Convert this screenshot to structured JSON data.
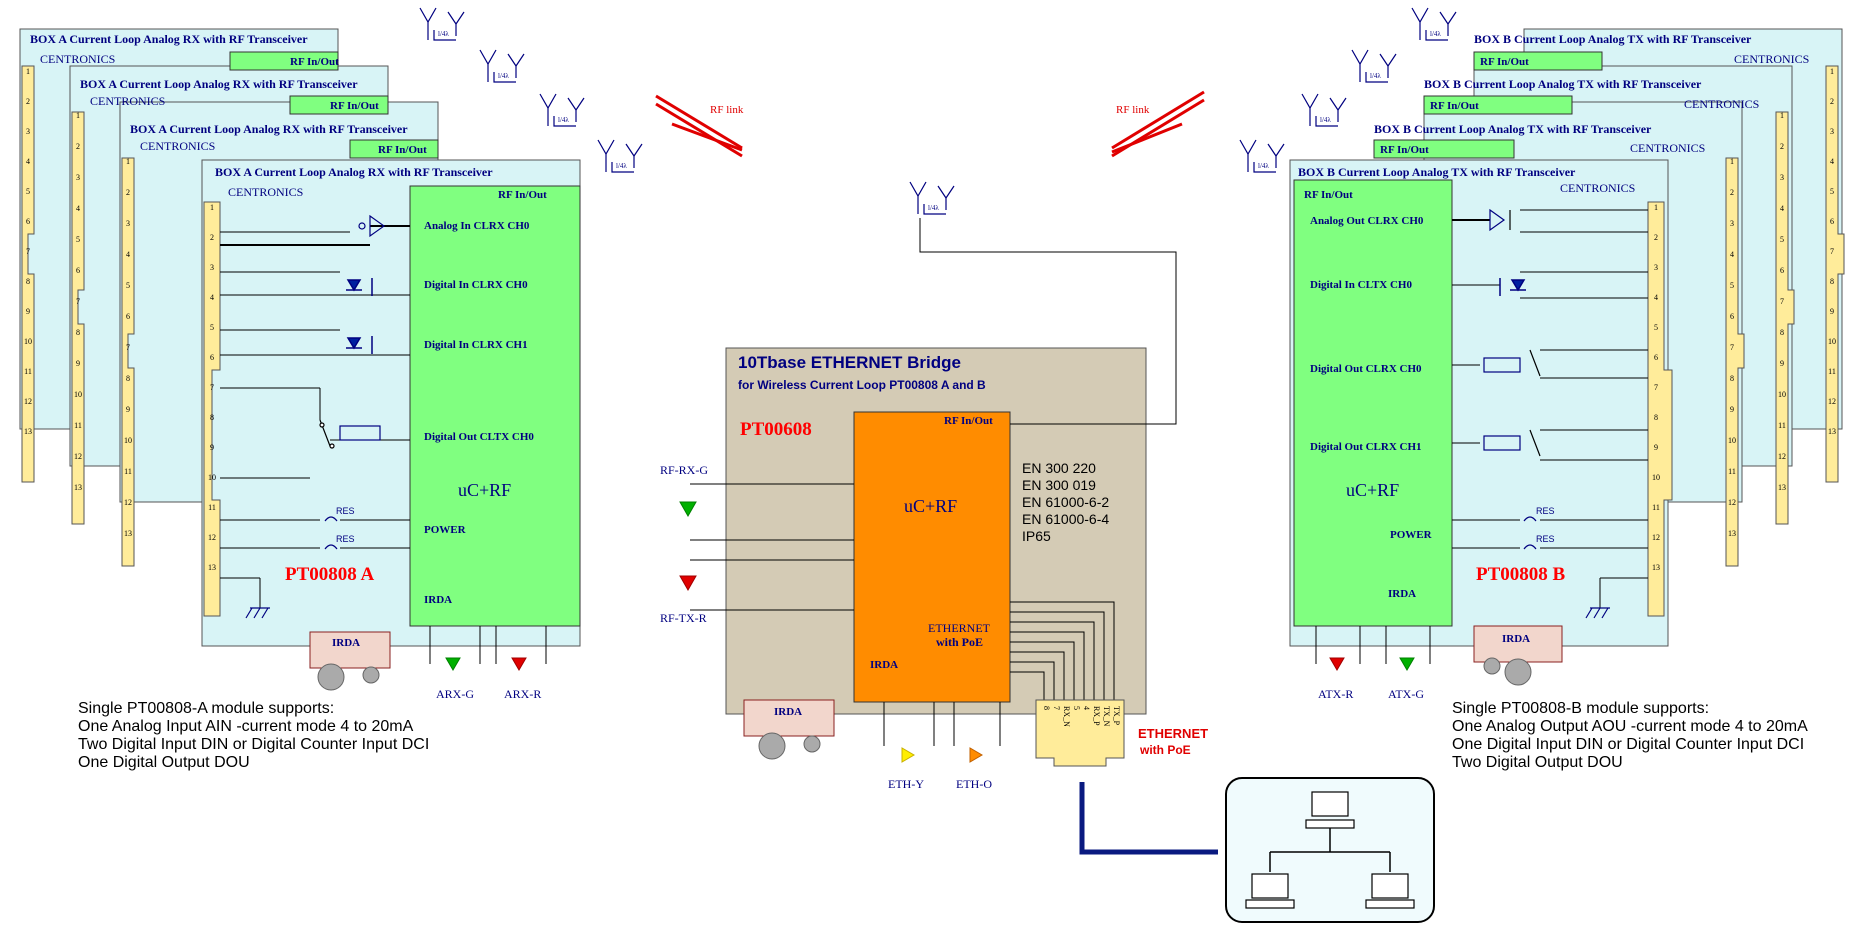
{
  "box_a": {
    "title": "BOX A Current Loop Analog RX with RF Transceiver",
    "connector": "CENTRONICS",
    "rf": "RF In/Out",
    "model": "PT00808 A",
    "core": "uC+RF",
    "signals": [
      "Analog In CLRX CH0",
      "Digital In CLRX CH0",
      "Digital In CLRX CH1",
      "Digital Out CLTX CH0",
      "POWER",
      "IRDA"
    ],
    "leds": [
      "ARX-G",
      "ARX-R"
    ],
    "irda": "IRDA",
    "res": "RES"
  },
  "box_b": {
    "title": "BOX B Current Loop Analog TX with RF Transceiver",
    "connector": "CENTRONICS",
    "rf": "RF In/Out",
    "model": "PT00808 B",
    "core": "uC+RF",
    "signals": [
      "Analog Out CLRX CH0",
      "Digital In CLTX CH0",
      "Digital Out CLRX CH0",
      "Digital Out CLRX CH1",
      "POWER",
      "IRDA"
    ],
    "leds": [
      "ATX-R",
      "ATX-G"
    ],
    "irda": "IRDA",
    "res": "RES"
  },
  "pins": [
    "1",
    "2",
    "3",
    "4",
    "5",
    "6",
    "7",
    "8",
    "9",
    "10",
    "11",
    "12",
    "13"
  ],
  "bridge": {
    "title": "10Tbase ETHERNET Bridge",
    "subtitle": "for Wireless Current Loop PT00808 A and B",
    "model": "PT00608",
    "core": "uC+RF",
    "rf": "RF In/Out",
    "ethernet": "ETHERNET",
    "poe": "with PoE",
    "irda": "IRDA",
    "standards": [
      "EN 300 220",
      "EN 300 019",
      "EN 61000-6-2",
      "EN 61000-6-4",
      "IP65"
    ],
    "leds": [
      "RF-RX-G",
      "RF-TX-R",
      "ETH-Y",
      "ETH-O"
    ],
    "rj45_pins": [
      "8",
      "7",
      "RX_N",
      "5",
      "4",
      "RX_P",
      "TX_N",
      "TX_P"
    ],
    "eth_label": "ETHERNET",
    "eth_sub": "with PoE"
  },
  "rf_link": "RF link",
  "antenna_label": "l/4λ",
  "notes_a": {
    "lines": [
      "Single PT00808-A module supports:",
      "One Analog Input AIN -current mode 4 to 20mA",
      "Two Digital Input DIN or Digital Counter Input DCI",
      "One Digital Output DOU"
    ]
  },
  "notes_b": {
    "lines": [
      "Single PT00808-B module supports:",
      "One Analog Output  AOU -current mode 4 to 20mA",
      "One Digital Input DIN or Digital Counter Input DCI",
      "Two Digital Output DOU"
    ]
  },
  "colors": {
    "box_fill": "#d8f4f6",
    "green": "#80ff80",
    "orange": "#ff8c00",
    "tan": "#d4cbb5",
    "connector": "#ffec9a",
    "navy": "#000080",
    "red": "#ff0000"
  }
}
